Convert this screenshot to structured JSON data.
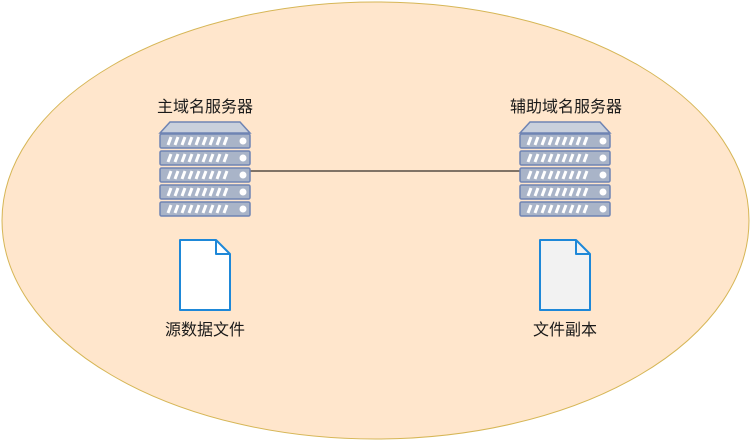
{
  "diagram": {
    "zone_fill": "#FFE6CC",
    "zone_stroke": "#D6B656",
    "primary": {
      "label": "主域名服务器",
      "file_label": "源数据文件",
      "file_fill": "#FFFFFF"
    },
    "secondary": {
      "label": "辅助域名服务器",
      "file_label": "文件副本",
      "file_fill": "#F2F2F2"
    },
    "server_colors": {
      "body": "#A9B4C8",
      "stroke": "#6F84B3",
      "roof": "#C9D0DC",
      "stripe": "#FFFFFF",
      "led": "#FFFFFF"
    },
    "file_stroke": "#1E88D8",
    "connector_color": "#000000"
  }
}
